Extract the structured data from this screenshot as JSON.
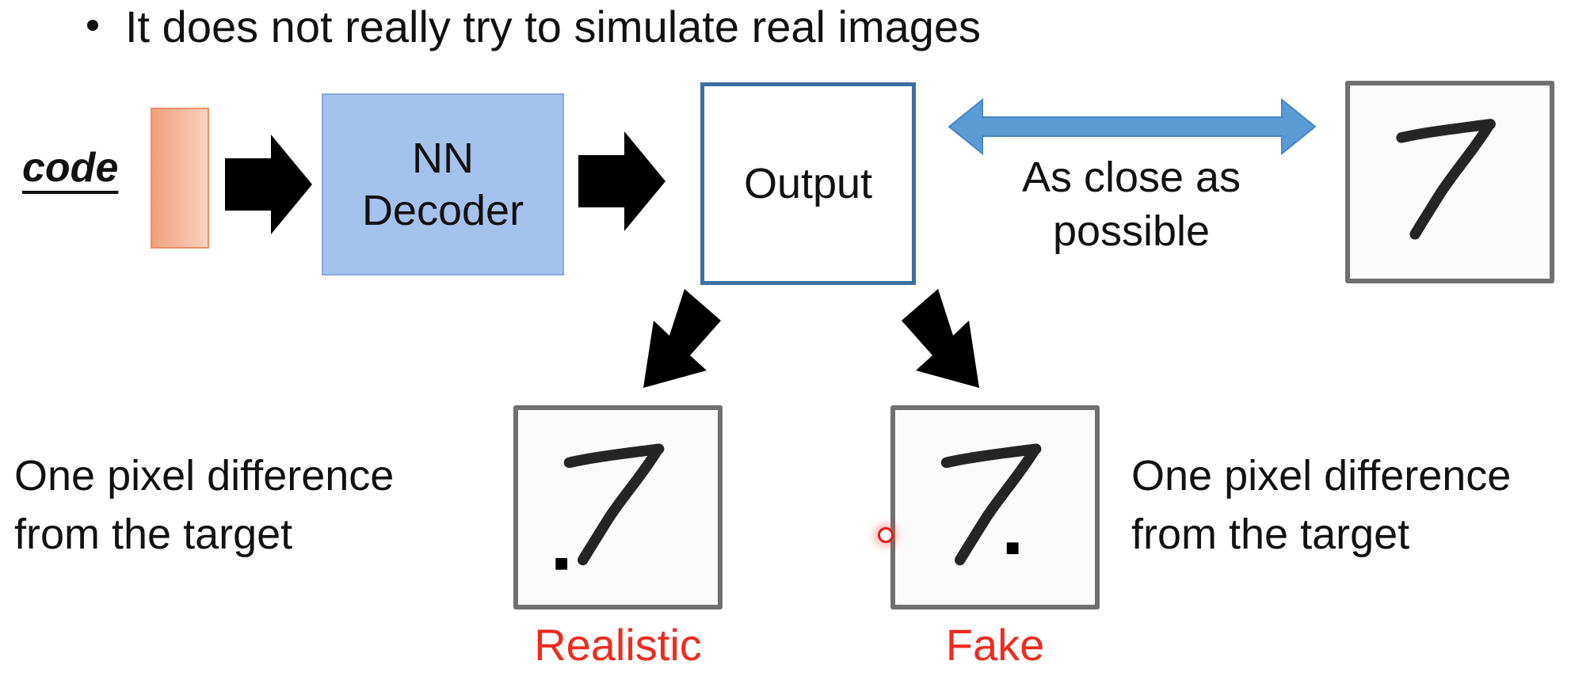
{
  "bullet": {
    "text": "It does not really try to simulate real images"
  },
  "pipeline": {
    "code_label": "code",
    "decoder_label_line1": "NN",
    "decoder_label_line2": "Decoder",
    "output_label": "Output",
    "closeness_line1": "As close as",
    "closeness_line2": "possible"
  },
  "examples": {
    "left": {
      "caption_line1": "One pixel difference",
      "caption_line2": "from the target",
      "verdict": "Realistic"
    },
    "right": {
      "caption_line1": "One pixel difference",
      "caption_line2": "from the target",
      "verdict": "Fake"
    }
  },
  "colors": {
    "code_vector": "#f0a07c",
    "decoder_fill": "#a4c2ec",
    "output_border": "#3f6fa0",
    "double_arrow": "#5b9bd5",
    "verdict": "#ef2b1e",
    "flow_arrow": "#000000"
  },
  "icons": {
    "flow_arrow": "block-arrow",
    "compare_arrow": "double-headed-arrow",
    "digit_image": "handwritten-seven"
  }
}
